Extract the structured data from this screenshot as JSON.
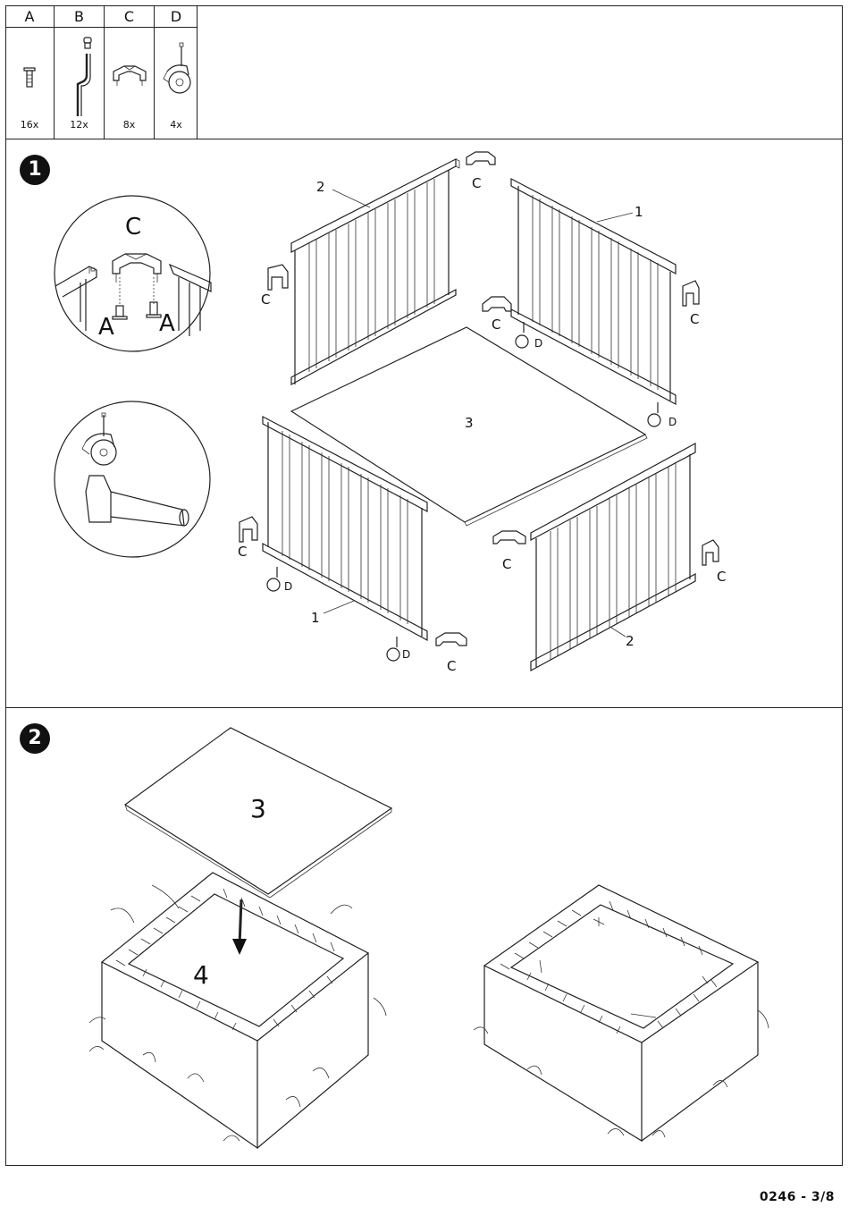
{
  "parts": [
    {
      "letter": "A",
      "qty": "16x",
      "icon": "screw-icon"
    },
    {
      "letter": "B",
      "qty": "12x",
      "icon": "allen-key-icon"
    },
    {
      "letter": "C",
      "qty": "8x",
      "icon": "corner-connector-icon"
    },
    {
      "letter": "D",
      "qty": "4x",
      "icon": "caster-wheel-icon"
    }
  ],
  "step1": {
    "number": "1",
    "detail_label_c": "C",
    "detail_label_a1": "A",
    "detail_label_a2": "A",
    "labels": {
      "panel_back_left": "2",
      "panel_back_right": "1",
      "panel_front_left": "1",
      "panel_front_right": "2",
      "floor": "3",
      "connector": "C",
      "caster": "D"
    }
  },
  "step2": {
    "number": "2",
    "floor": "3",
    "mattress": "4"
  },
  "page_number": "0246 - 3/8"
}
